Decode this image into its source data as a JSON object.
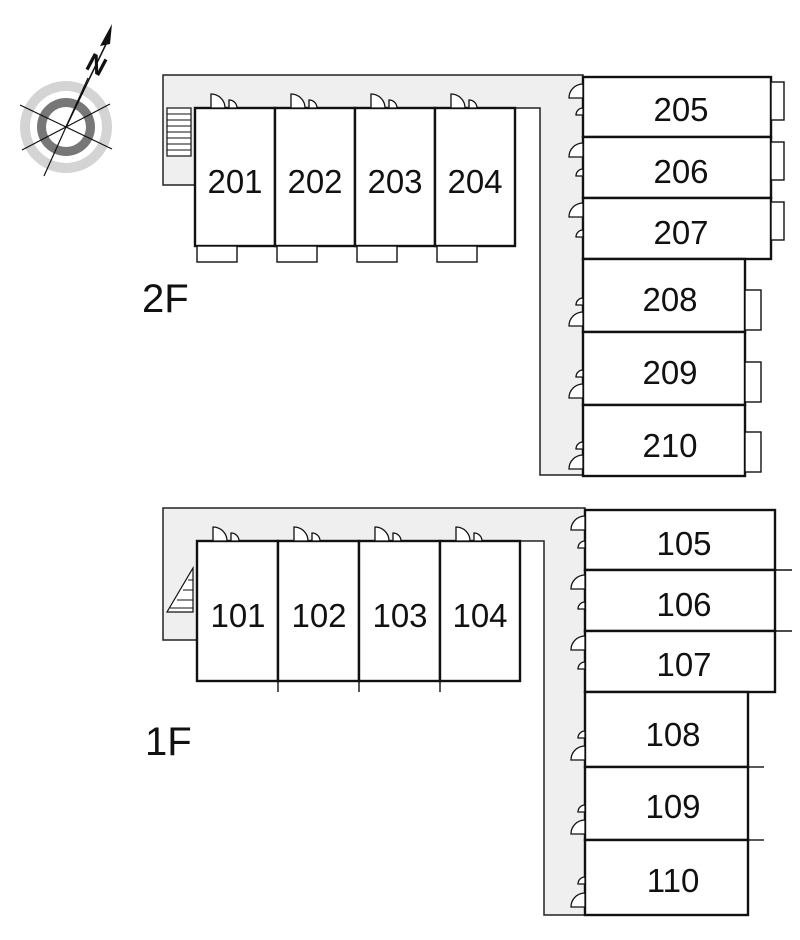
{
  "floors": [
    {
      "label": "2F",
      "rooms": [
        "201",
        "202",
        "203",
        "204",
        "205",
        "206",
        "207",
        "208",
        "209",
        "210"
      ]
    },
    {
      "label": "1F",
      "rooms": [
        "101",
        "102",
        "103",
        "104",
        "105",
        "106",
        "107",
        "108",
        "109",
        "110"
      ]
    }
  ],
  "compass": {
    "north_label": "N",
    "icon": "compass-rose-icon"
  }
}
